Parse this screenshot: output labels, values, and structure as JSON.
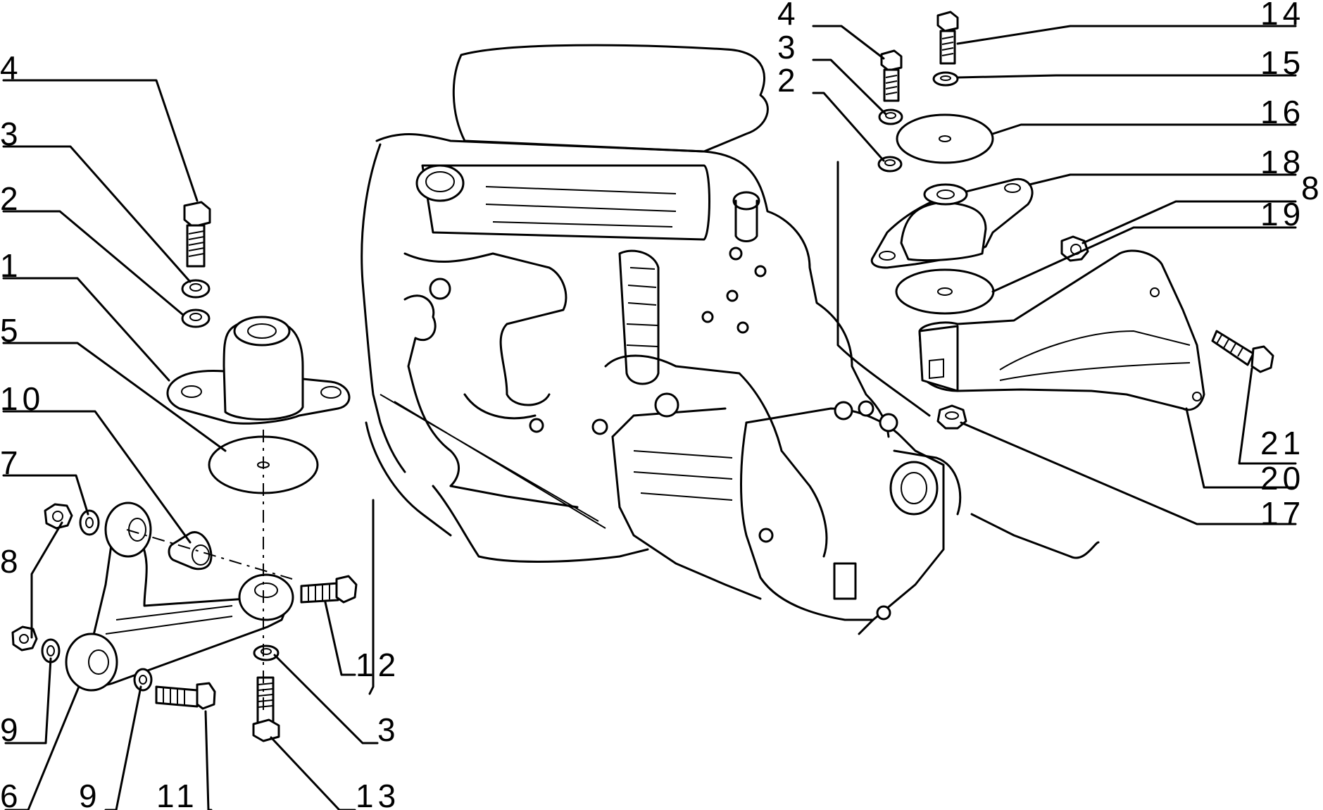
{
  "callouts": {
    "l4": "4",
    "l3": "3",
    "l2": "2",
    "l1": "1",
    "l5": "5",
    "l10": "10",
    "l7": "7",
    "l8": "8",
    "l9a": "9",
    "l6": "6",
    "l9b": "9",
    "l11": "11",
    "l12": "12",
    "l3b": "3",
    "l13": "13",
    "r4": "4",
    "r3": "3",
    "r2": "2",
    "r14": "14",
    "r15": "15",
    "r16": "16",
    "r18": "18",
    "r8": "8",
    "r19": "19",
    "r21": "21",
    "r20": "20",
    "r17": "17"
  }
}
